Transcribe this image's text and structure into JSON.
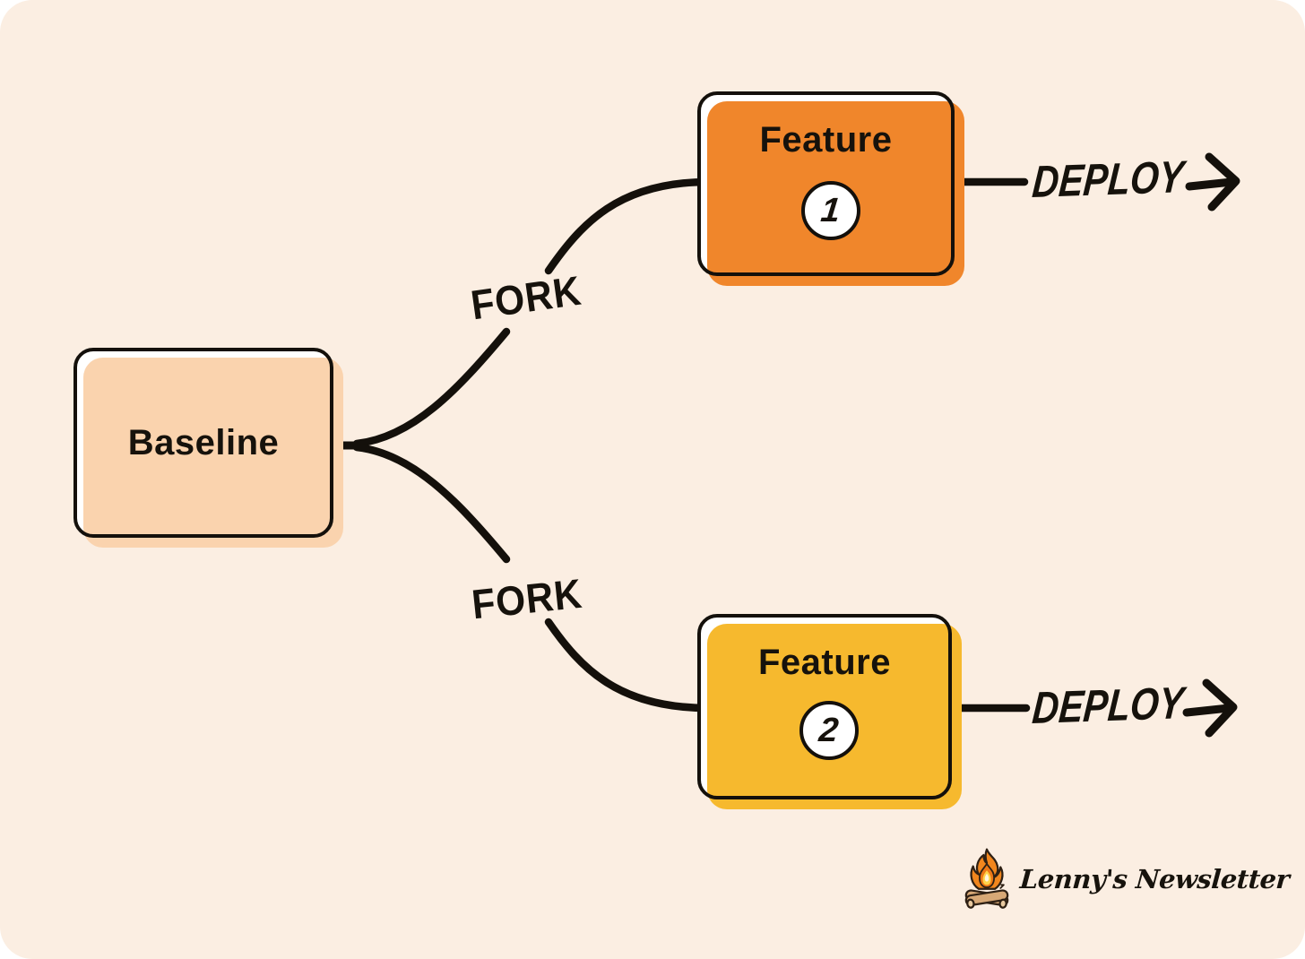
{
  "colors": {
    "background": "#FBEEE2",
    "stroke": "#14100B",
    "baseline_fill": "#FAD3AE",
    "feature1_fill": "#F0862B",
    "feature2_fill": "#F6B92E",
    "badge_fill": "#FFFFFF",
    "text": "#16120C",
    "logo_flame_orange": "#F1861E",
    "logo_flame_mid": "#ED7817",
    "logo_flame_core": "#FFD34A",
    "logo_log_tan": "#D7A876"
  },
  "nodes": {
    "baseline": {
      "label": "Baseline"
    },
    "feature1": {
      "label": "Feature",
      "badge": "1"
    },
    "feature2": {
      "label": "Feature",
      "badge": "2"
    }
  },
  "edges": {
    "fork_top": {
      "label": "FORK"
    },
    "fork_bottom": {
      "label": "FORK"
    },
    "deploy_top": {
      "label": "DEPLOY"
    },
    "deploy_bottom": {
      "label": "DEPLOY"
    }
  },
  "footer": {
    "brand": "Lenny's Newsletter"
  }
}
